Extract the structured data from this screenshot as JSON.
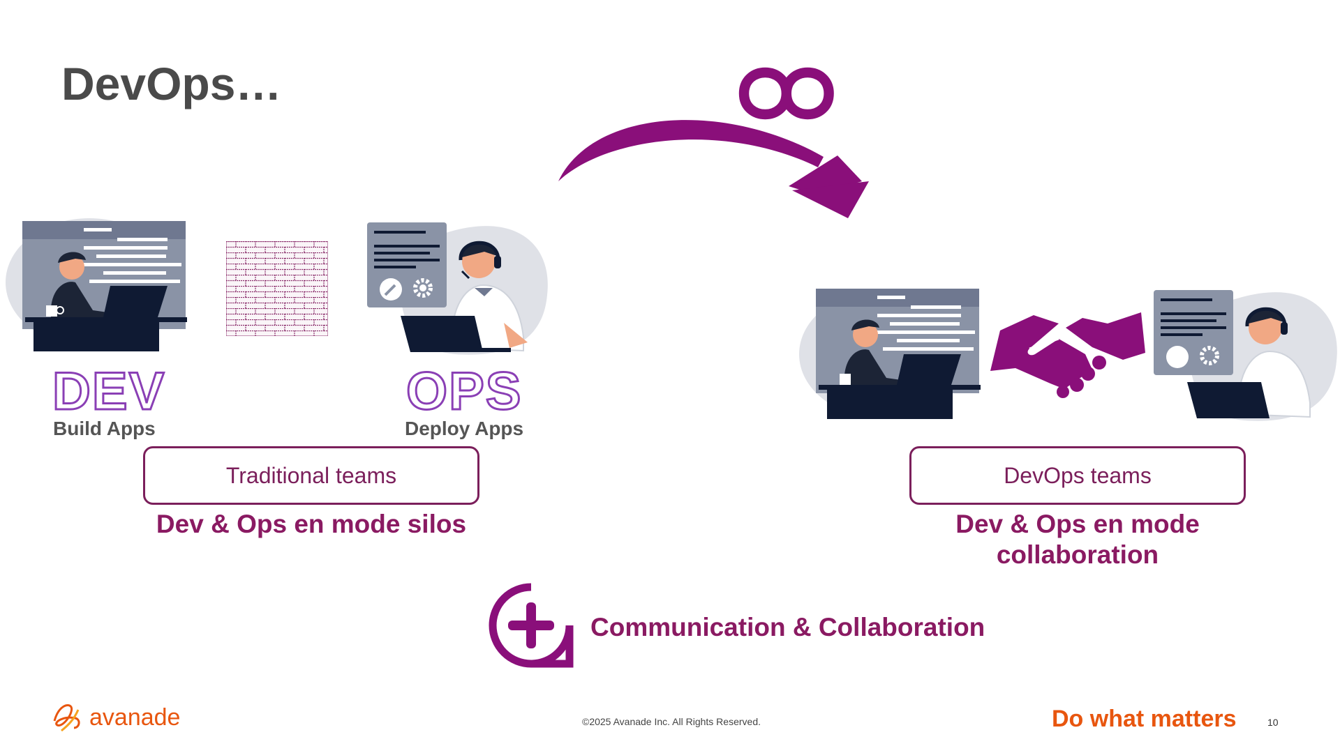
{
  "slide": {
    "title": "DevOps…",
    "dev": {
      "label": "DEV",
      "subtitle": "Build Apps"
    },
    "ops": {
      "label": "OPS",
      "subtitle": "Deploy Apps"
    },
    "traditional": {
      "box_label": "Traditional teams",
      "caption": "Dev & Ops en mode silos"
    },
    "devops": {
      "box_label": "DevOps teams",
      "caption_line1": "Dev & Ops en mode",
      "caption_line2": "collaboration"
    },
    "communication": {
      "label": "Communication & Collaboration"
    },
    "footer": {
      "logo": "avanade",
      "copyright": "©2025 Avanade Inc. All Rights Reserved.",
      "tagline": "Do what matters",
      "page_number": "10"
    }
  },
  "colors": {
    "accent_purple": "#8a0f7a",
    "caption_purple": "#8a1a62",
    "orange": "#e8560f",
    "title_gray": "#4a4a4a",
    "navy": "#0f1a33"
  },
  "icons": [
    "infinity-icon",
    "curved-arrow-icon",
    "brick-wall-icon",
    "handshake-icon",
    "plus-circle-icon",
    "wrench-icon",
    "gear-icon",
    "coffee-mug-icon",
    "headset-icon",
    "avanade-logo-icon"
  ]
}
